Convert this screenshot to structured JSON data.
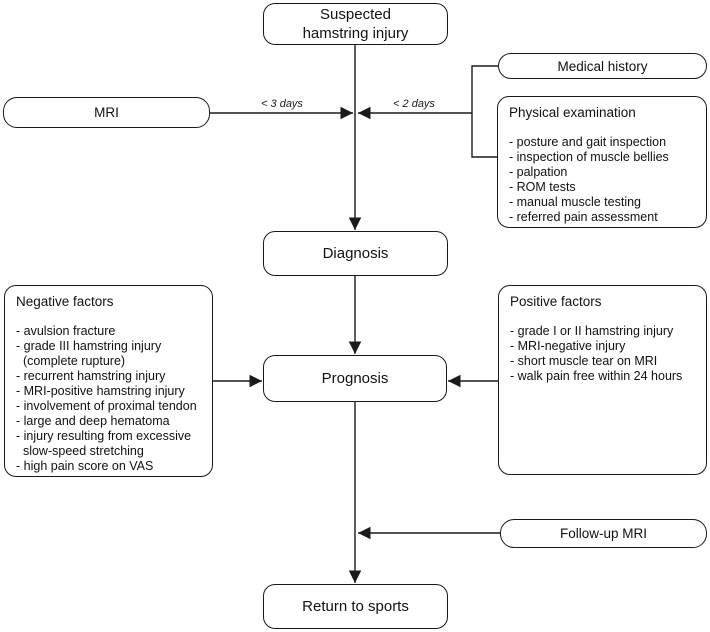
{
  "colors": {
    "line": "#1a1a1a",
    "background": "#ffffff",
    "box_background": "#ffffff"
  },
  "boxes": {
    "suspected": {
      "lines": [
        "Suspected",
        "hamstring injury"
      ]
    },
    "mri": {
      "label": "MRI"
    },
    "medical_history": {
      "label": "Medical history"
    },
    "physical_examination": {
      "title": "Physical examination",
      "items": [
        "- posture and gait inspection",
        "- inspection of muscle bellies",
        "- palpation",
        "- ROM tests",
        "- manual muscle testing",
        "- referred pain assessment"
      ]
    },
    "diagnosis": {
      "label": "Diagnosis"
    },
    "negative_factors": {
      "title": "Negative factors",
      "items": [
        "- avulsion fracture",
        "- grade III hamstring injury",
        "  (complete rupture)",
        "- recurrent hamstring injury",
        "- MRI-positive hamstring injury",
        "- involvement of proximal tendon",
        "- large and deep hematoma",
        "- injury resulting from excessive",
        "  slow-speed stretching",
        "- high pain score on VAS"
      ]
    },
    "positive_factors": {
      "title": "Positive factors",
      "items": [
        "- grade I or II hamstring injury",
        "- MRI-negative injury",
        "- short muscle tear on MRI",
        "- walk pain free within 24 hours"
      ]
    },
    "prognosis": {
      "label": "Prognosis"
    },
    "follow_up_mri": {
      "label": "Follow-up MRI"
    },
    "return_to_sports": {
      "label": "Return to sports"
    }
  },
  "edge_labels": {
    "mri_time": "< 3 days",
    "exam_time": "< 2 days"
  }
}
